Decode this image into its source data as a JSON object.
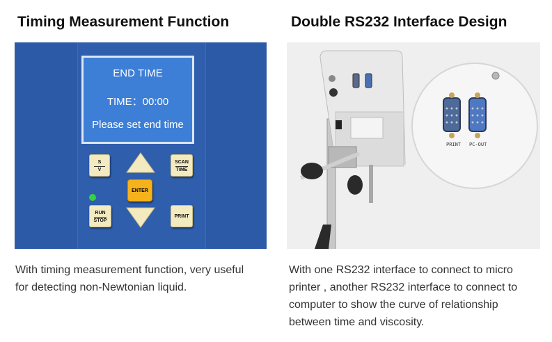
{
  "left": {
    "heading": "Timing Measurement Function",
    "lcd": {
      "line1": "END TIME",
      "line2": "TIME：00:00",
      "line3": "Please set end time"
    },
    "keys": {
      "sv_top": "S",
      "sv_bottom": "V",
      "scan_top": "SCAN",
      "scan_bottom": "TIME",
      "enter": "ENTER",
      "run_top": "RUN",
      "run_bottom": "STOP",
      "print": "PRINT"
    },
    "description_line1": "With timing measurement function, very useful",
    "description_line2": "for detecting non-Newtonian liquid."
  },
  "right": {
    "heading": "Double RS232 Interface Design",
    "port_label_print": "PRINT",
    "port_label_pc": "PC-OUT",
    "description_line1": "With one RS232 interface to connect to micro",
    "description_line2": "printer , another RS232 interface to connect to",
    "description_line3": "computer to show the curve of relationship",
    "description_line4": "between time and viscosity."
  },
  "colors": {
    "panel_blue": "#2c5aa6",
    "lcd_blue": "#3d7fd6",
    "key_cream": "#f3eac0",
    "enter_orange": "#f6b21a",
    "arrow_cream": "#f3eac0",
    "led_green": "#36d13c"
  }
}
